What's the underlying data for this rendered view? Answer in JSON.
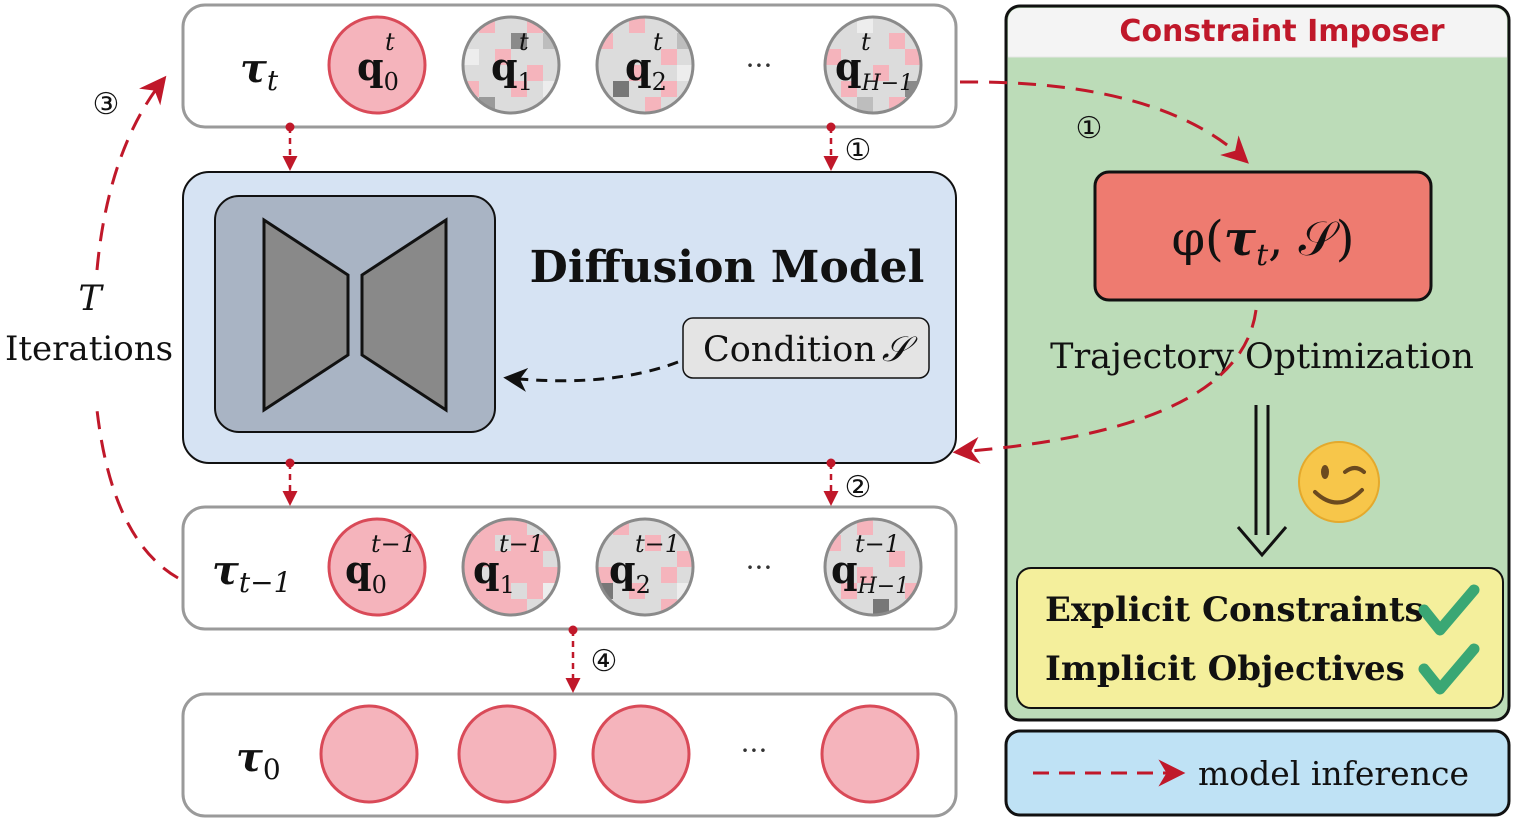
{
  "rows": {
    "tau_t": {
      "label": "τ",
      "label_sub": "t",
      "tokens": [
        {
          "base": "q",
          "sub": "0",
          "sup": "t",
          "style": "solid"
        },
        {
          "base": "q",
          "sub": "1",
          "sup": "t",
          "style": "noisy"
        },
        {
          "base": "q",
          "sub": "2",
          "sup": "t",
          "style": "noisy"
        },
        {
          "base": "q",
          "sub": "H−1",
          "sup": "t",
          "style": "noisy"
        }
      ]
    },
    "tau_t_minus_1": {
      "label": "τ",
      "label_sub": "t−1",
      "tokens": [
        {
          "base": "q",
          "sub": "0",
          "sup": "t−1",
          "style": "solid"
        },
        {
          "base": "q",
          "sub": "1",
          "sup": "t−1",
          "style": "noisy"
        },
        {
          "base": "q",
          "sub": "2",
          "sup": "t−1",
          "style": "noisy"
        },
        {
          "base": "q",
          "sub": "H−1",
          "sup": "t−1",
          "style": "noisy"
        }
      ]
    },
    "tau_0": {
      "label": "τ",
      "label_sub": "0"
    },
    "ellipsis": "···"
  },
  "diffusion_model": {
    "title": "Diffusion Model",
    "condition_label": "Condition",
    "condition_symbol": "𝒮"
  },
  "iterations": {
    "symbol": "T",
    "label": "Iterations"
  },
  "steps": {
    "one": "①",
    "two": "②",
    "three": "③",
    "four": "④"
  },
  "constraint_imposer": {
    "title": "Constraint Imposer",
    "function": {
      "phi": "φ(",
      "tau": "τ",
      "tau_sub": "t",
      "rest": ", 𝒮)"
    },
    "optimization_label": "Trajectory Optimization",
    "emoji": "😉",
    "results": [
      "Explicit Constraints",
      "Implicit Objectives"
    ],
    "check": "✔"
  },
  "legend": {
    "label": "model inference"
  },
  "colors": {
    "arrow_red": "#c0182a",
    "node_pink": "#f5b4bc",
    "node_border": "#d94a58",
    "diffusion_bg": "#d6e3f3",
    "imposer_bg": "#bcdcb8",
    "imposer_title": "#c0182a",
    "phi_box": "#ee7b70",
    "result_box": "#f4ef9c",
    "legend_bg": "#bfe2f5",
    "check_green": "#3aa774"
  }
}
